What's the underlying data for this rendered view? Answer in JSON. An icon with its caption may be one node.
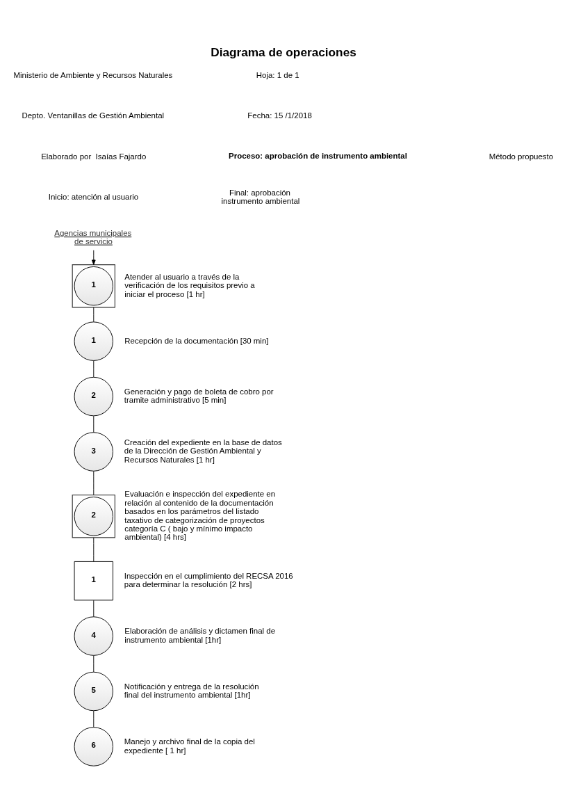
{
  "diagram": {
    "title": "Diagrama de operaciones",
    "nodes": [
      {
        "text": [
          "Agencias municipales de servicio"
        ]
      },
      {
        "text": [],
        "shape": "box"
      },
      {
        "text": [
          "1"
        ],
        "in": 1,
        "beside": [
          "Atender al usuario a través de la verificación de los requisitos previo a iniciar el proceso [1 hr]"
        ]
      },
      {
        "text": [
          "1"
        ],
        "beside": [
          "Recepción de la documentación [30 min]"
        ]
      },
      {
        "text": [
          "2"
        ],
        "beside": [
          "Generación y pago de boleta de cobro por tramite administrativo [5 min]"
        ]
      },
      {
        "text": [
          "3"
        ],
        "beside": [
          "Creación del expediente en la base de datos de la Dirección de Gestión Ambiental y Recursos Naturales [1 hr]"
        ]
      },
      {
        "text": [],
        "shape": "box"
      },
      {
        "text": [
          "2"
        ],
        "in": 6,
        "beside": [
          "Evaluación e inspección del expediente en relación al contenido de la documentación basados en los parámetros del listado taxativo de categorización de proyectos categoría C ( bajo y mínimo impacto ambiental) [4 hrs]"
        ]
      },
      {
        "text": [
          "1"
        ],
        "beside": [
          "Inspección en el cumplimiento del RECSA 2016 para determinar la resolución [2 hrs]"
        ]
      },
      {
        "text": [
          "4"
        ],
        "beside": [
          "Elaboración de análisis y dictamen final de instrumento ambiental [1hr]"
        ]
      },
      {
        "text": [
          "5"
        ],
        "beside": [
          "Notificación y entrega de la resolución final del instrumento ambiental [1hr]"
        ]
      },
      {
        "text": [
          "6"
        ],
        "beside": [
          "Manejo y archivo final de la copia del expediente [ 1 hr]"
        ]
      }
    ],
    "edges": [
      {
        "from": 0,
        "to": 1,
        "arrow": "to"
      },
      {
        "from": 1,
        "to": 3,
        "arrow": "none"
      },
      {
        "from": 3,
        "to": 4,
        "arrow": "none"
      },
      {
        "from": 4,
        "to": 5,
        "arrow": "none"
      },
      {
        "from": 5,
        "to": 6,
        "arrow": "none"
      },
      {
        "from": 6,
        "to": 8,
        "arrow": "none"
      },
      {
        "from": 8,
        "to": 9,
        "arrow": "none"
      },
      {
        "from": 9,
        "to": 10,
        "arrow": "none"
      },
      {
        "from": 10,
        "to": 11,
        "arrow": "none"
      }
    ],
    "labels": [
      "Ministerio de Ambiente y Recursos Naturales",
      "Hoja: 1 de 1",
      "Depto. Ventanillas de Gestión Ambiental",
      "Fecha: 15 /1/2018",
      "Elaborado por  Isaías Fajardo",
      "Proceso: aprobación de instrumento ambiental",
      "Método propuesto",
      "Inicio: atención al usuario",
      "Final: aprobación instrumento ambiental"
    ]
  }
}
